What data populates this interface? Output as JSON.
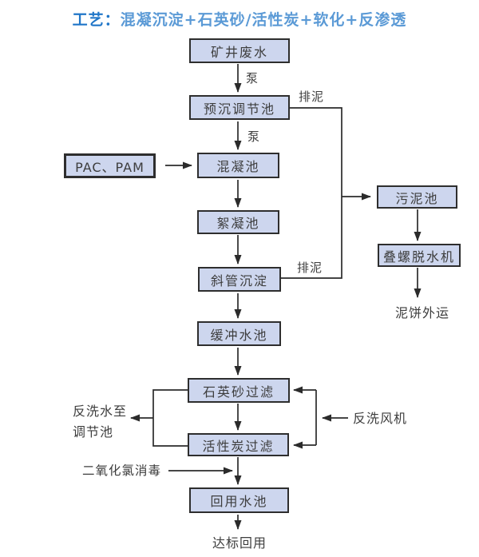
{
  "title": {
    "prefix": "工艺：",
    "main": "混凝沉淀+石英砂/活性炭+软化+反渗透"
  },
  "colors": {
    "box_fill": "#cdd6ee",
    "box_border": "#2e2e2e",
    "arrow_line": "#2b2b2b",
    "title_prefix": "#2076c8",
    "title_main": "#5b9ad6",
    "label_text": "#3d3d3d"
  },
  "nodes": {
    "mine_wastewater": "矿井废水",
    "pre_sedimentation_tank": "预沉调节池",
    "pac_pam": "PAC、PAM",
    "coagulation_tank": "混凝池",
    "flocculation_tank": "絮凝池",
    "inclined_tube_sedimentation": "斜管沉淀",
    "buffer_tank": "缓冲水池",
    "sludge_tank": "污泥池",
    "screw_dewatering_machine": "叠螺脱水机",
    "quartz_sand_filter": "石英砂过滤",
    "activated_carbon_filter": "活性炭过滤",
    "reuse_tank": "回用水池"
  },
  "labels": {
    "pump_1": "泵",
    "pump_2": "泵",
    "sludge_discharge_top": "排泥",
    "sludge_discharge_bottom": "排泥",
    "sludge_cake_out": "泥饼外运",
    "backwash_to_line1": "反洗水至",
    "backwash_to_line2": "调节池",
    "backwash_fan": "反洗风机",
    "chlorine_dioxide_disinfection": "二氧化氯消毒",
    "reuse_up_to_standard": "达标回用"
  }
}
